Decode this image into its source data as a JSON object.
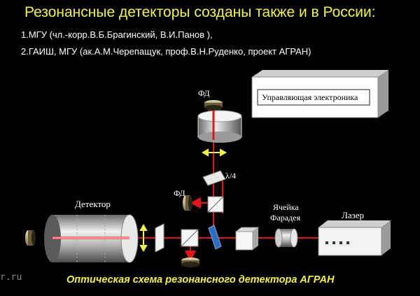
{
  "slide": {
    "title": "Резонансные детекторы созданы также  и в России:",
    "line1": "1.МГУ (чл.-корр.В.Б.Брагинский,  В.И.Панов ),",
    "line2": "2.ГАИШ, МГУ (ак.А.М.Черепащук,  проф.В.Н.Руденко, проект АГРАН)",
    "caption": "Оптическая схема резонансного детектора АГРАН",
    "watermark": "r.ru"
  },
  "diagram": {
    "control_box_label": "Управляющая электроника",
    "detector_label": "Детектор",
    "laser_label": "Лазер",
    "faraday_label_1": "Ячейка",
    "faraday_label_2": "Фарадея",
    "pd_top_label": "ФД",
    "pd_mid_label": "ФД",
    "quarter_wave_label": "λ/4"
  },
  "colors": {
    "beam": "#e01818",
    "title": "#f2f24a",
    "arrow": "#f2f24a"
  }
}
